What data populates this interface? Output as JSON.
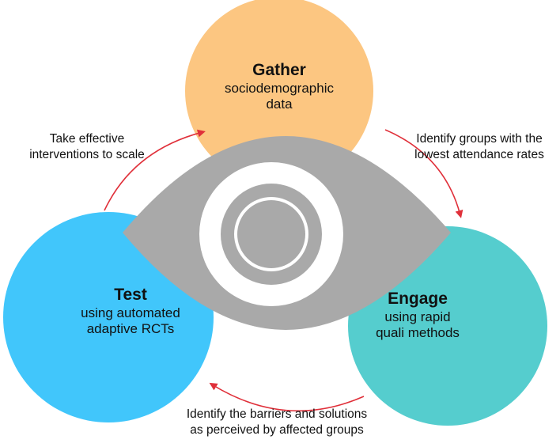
{
  "colors": {
    "gather": "#fcc681",
    "test": "#41c6fb",
    "engage": "#55cdce",
    "eye": "#a9a9a9",
    "iris": "#ffffff",
    "arrow": "#e0303a"
  },
  "nodes": {
    "gather": {
      "title": "Gather",
      "line1": "sociodemographic",
      "line2": "data"
    },
    "test": {
      "title": "Test",
      "line1": "using automated",
      "line2": "adaptive RCTs"
    },
    "engage": {
      "title": "Engage",
      "line1": "using rapid",
      "line2": "quali methods"
    }
  },
  "edges": {
    "test_to_gather": {
      "line1": "Take effective",
      "line2": "interventions to scale"
    },
    "gather_to_engage": {
      "line1": "Identify groups with the",
      "line2": "lowest attendance rates"
    },
    "engage_to_test": {
      "line1": "Identify the barriers and solutions",
      "line2": "as perceived by affected groups"
    }
  },
  "center_icon": "eye-icon"
}
